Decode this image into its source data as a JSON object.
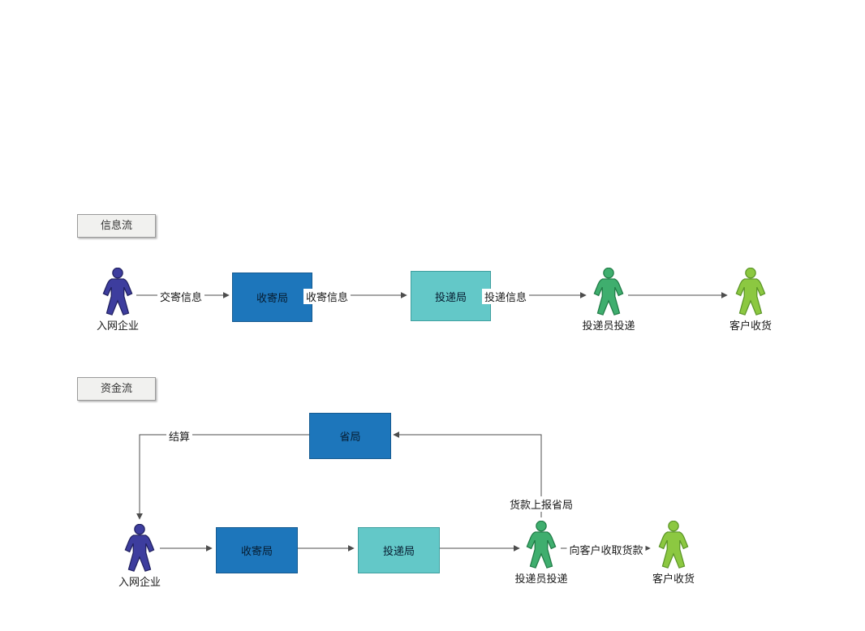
{
  "sections": {
    "info": {
      "tag": "信息流"
    },
    "funds": {
      "tag": "资金流"
    }
  },
  "info_flow": {
    "nodes": {
      "company": "入网企业",
      "collect_office": "收寄局",
      "delivery_office": "投递局",
      "courier": "投递员投递",
      "customer": "客户收货"
    },
    "edges": {
      "submit_info": "交寄信息",
      "collect_info": "收寄信息",
      "delivery_info": "投递信息"
    }
  },
  "funds_flow": {
    "nodes": {
      "provincial_office": "省局",
      "company": "入网企业",
      "collect_office": "收寄局",
      "delivery_office": "投递局",
      "courier": "投递员投递",
      "customer": "客户收货"
    },
    "edges": {
      "settlement": "结算",
      "report_payment": "货款上报省局",
      "collect_payment": "向客户收取货款"
    }
  },
  "colors": {
    "company_person": "#3d3d9e",
    "courier_person": "#3fae6e",
    "customer_person": "#8cc841",
    "office_box_blue": "#1d76bb",
    "office_box_teal": "#63c8c8",
    "tag_background": "#f1f1ef",
    "connector": "#4d4d4d"
  }
}
